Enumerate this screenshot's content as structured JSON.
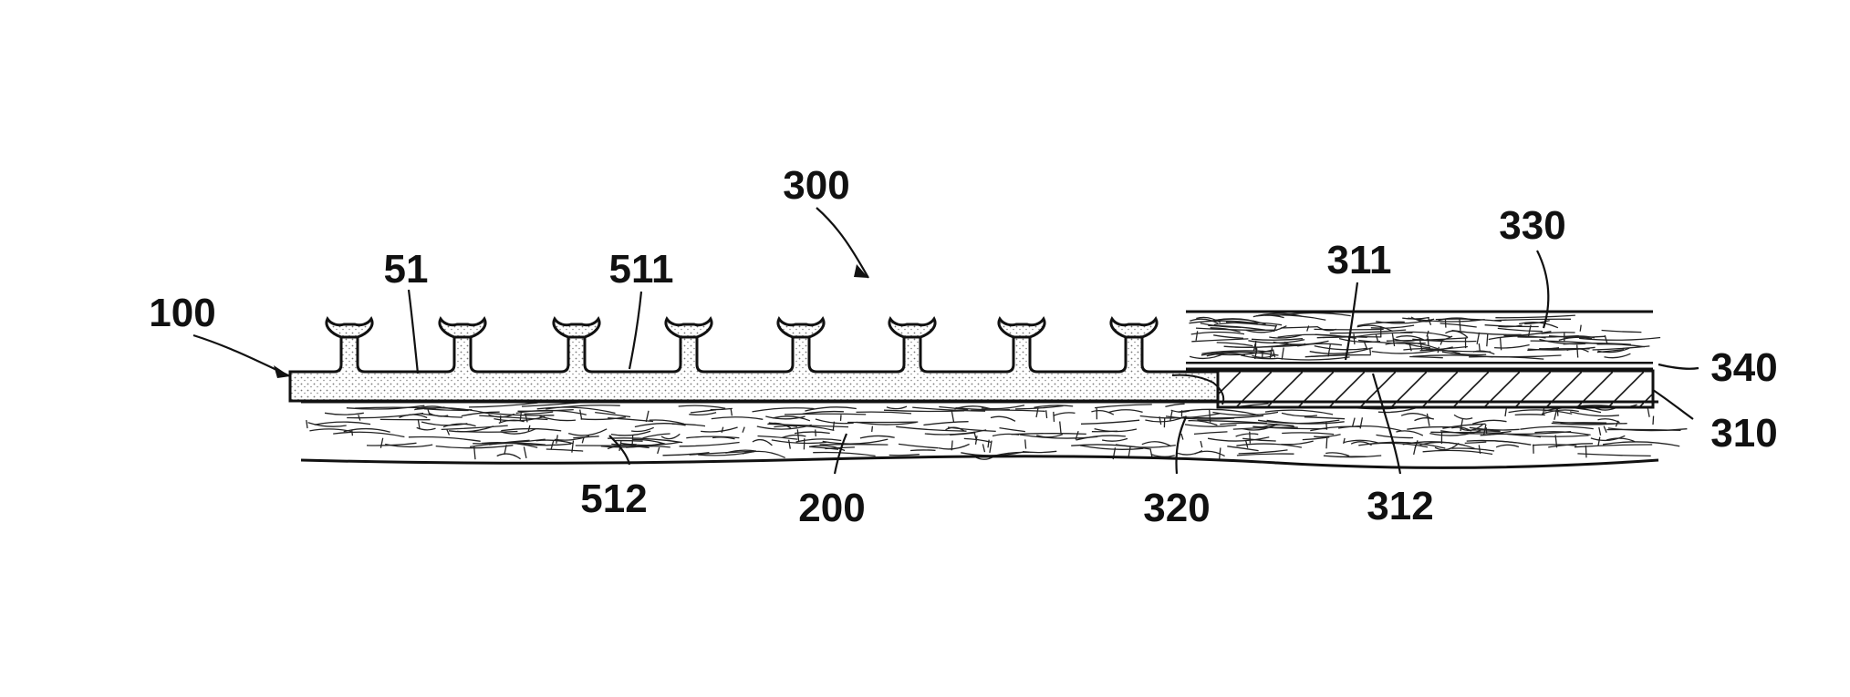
{
  "figure": {
    "labels": {
      "ref_100": "100",
      "ref_51": "51",
      "ref_511": "511",
      "ref_300": "300",
      "ref_330": "330",
      "ref_311": "311",
      "ref_340": "340",
      "ref_310": "310",
      "ref_512": "512",
      "ref_200": "200",
      "ref_320": "320",
      "ref_312": "312"
    }
  },
  "colors": {
    "ink": "#111111",
    "stipple": "#777777",
    "background": "#ffffff"
  }
}
